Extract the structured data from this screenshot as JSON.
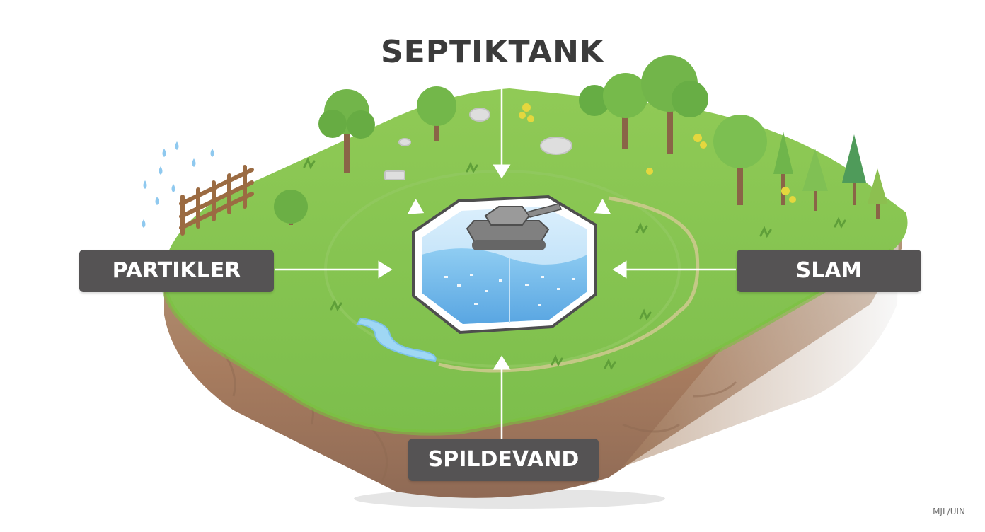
{
  "title": "SEPTIKTANK",
  "labels": {
    "left": "PARTIKLER",
    "right": "SLAM",
    "bottom": "SPILDEVAND"
  },
  "watermark": "MJL/UIN",
  "colors": {
    "grass": "#86c553",
    "soil": "#b18d72",
    "water": "#8ccdf1",
    "label_bg": "#555354",
    "label_text": "#ffffff",
    "title_text": "#3b3b3b"
  },
  "icons": [
    "tank-icon",
    "raindrop-icon",
    "fence-icon",
    "tree-icon",
    "rock-icon",
    "stream-icon"
  ]
}
